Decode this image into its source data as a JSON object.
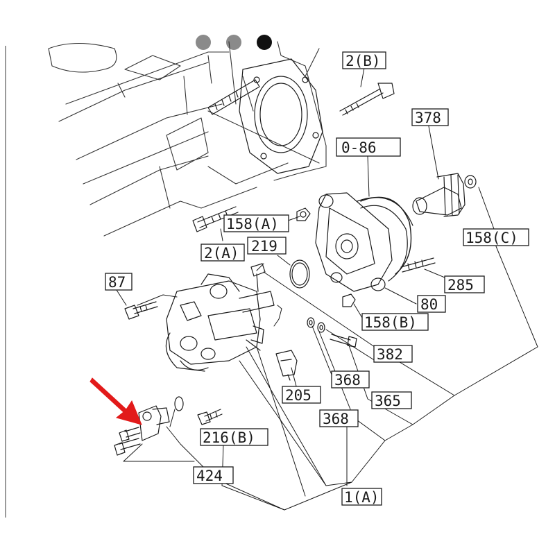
{
  "carousel": {
    "dot_colors": [
      "#8a8a8a",
      "#8a8a8a",
      "#111111"
    ],
    "active_index": 2
  },
  "arrow": {
    "color": "#e21a1a"
  },
  "labels": {
    "l_2b": "2(B)",
    "l_378": "378",
    "l_086": "0-86",
    "l_158a": "158(A)",
    "l_2a": "2(A)",
    "l_219": "219",
    "l_158c": "158(C)",
    "l_87": "87",
    "l_285": "285",
    "l_80": "80",
    "l_158b": "158(B)",
    "l_382": "382",
    "l_368a": "368",
    "l_205": "205",
    "l_365": "365",
    "l_368b": "368",
    "l_216b": "216(B)",
    "l_424": "424",
    "l_1a": "1(A)"
  }
}
